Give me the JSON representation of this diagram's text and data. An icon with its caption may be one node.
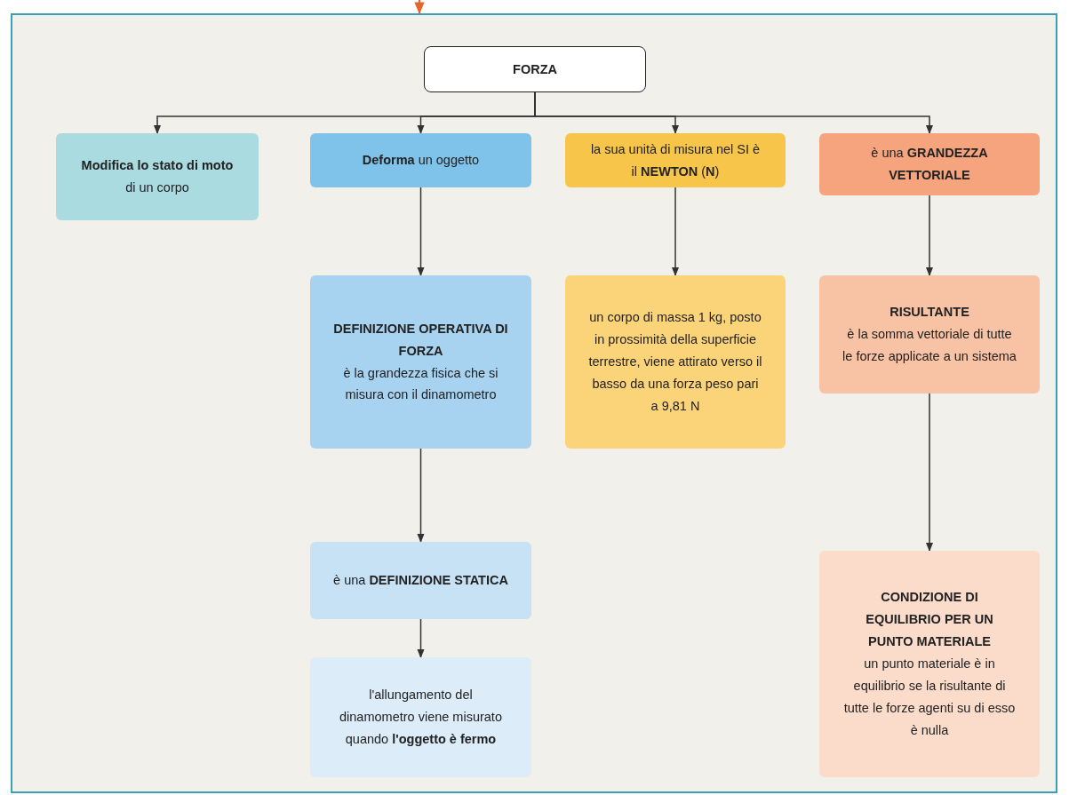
{
  "diagram": {
    "nodes": [
      {
        "text": [],
        "shape": "box"
      },
      {
        "text": [
          "FORZA"
        ],
        "in": 0
      },
      {
        "text": [
          "**Modifica lo stato di moto** di un corpo"
        ],
        "in": 0
      },
      {
        "text": [
          "**Deforma** un oggetto"
        ],
        "in": 0
      },
      {
        "text": [
          "la sua unità di misura nel SI è il **NEWTON** (**N**)"
        ],
        "in": 0
      },
      {
        "text": [
          "è una **GRANDEZZA VETTORIALE**"
        ],
        "in": 0
      },
      {
        "text": [
          "DEFINIZIONE OPERATIVA DI FORZA",
          "è la grandezza fisica che si misura con il dinamometro"
        ],
        "in": 0
      },
      {
        "text": [
          "un corpo di massa 1 kg, posto in prossimità della superficie terrestre, viene attirato verso il basso da una forza peso pari a 9,81 N"
        ],
        "in": 0
      },
      {
        "text": [
          "RISULTANTE",
          "è la somma vettoriale di tutte le forze applicate a un sistema"
        ],
        "in": 0
      },
      {
        "text": [
          "è una **DEFINIZIONE STATICA**"
        ],
        "in": 0
      },
      {
        "text": [
          "l'allungamento del dinamometro viene misurato quando **l'oggetto è fermo**"
        ],
        "in": 0
      },
      {
        "text": [
          "CONDIZIONE DI EQUILIBRIO PER UN PUNTO MATERIALE",
          "un punto materiale è in equilibrio se la risultante di tutte le forze agenti su di esso è nulla"
        ],
        "in": 0
      }
    ],
    "edges": [
      {
        "from": null,
        "to": 0,
        "arrow": "to",
        "color": "#e5662c"
      },
      {
        "from": 1,
        "to": 2,
        "arrow": "to"
      },
      {
        "from": 1,
        "to": 3,
        "arrow": "to"
      },
      {
        "from": 1,
        "to": 4,
        "arrow": "to"
      },
      {
        "from": 1,
        "to": 5,
        "arrow": "to"
      },
      {
        "from": 3,
        "to": 6,
        "arrow": "to"
      },
      {
        "from": 4,
        "to": 7,
        "arrow": "to"
      },
      {
        "from": 5,
        "to": 8,
        "arrow": "to"
      },
      {
        "from": 6,
        "to": 9,
        "arrow": "to"
      },
      {
        "from": 9,
        "to": 10,
        "arrow": "to"
      },
      {
        "from": 8,
        "to": 11,
        "arrow": "to"
      }
    ]
  }
}
